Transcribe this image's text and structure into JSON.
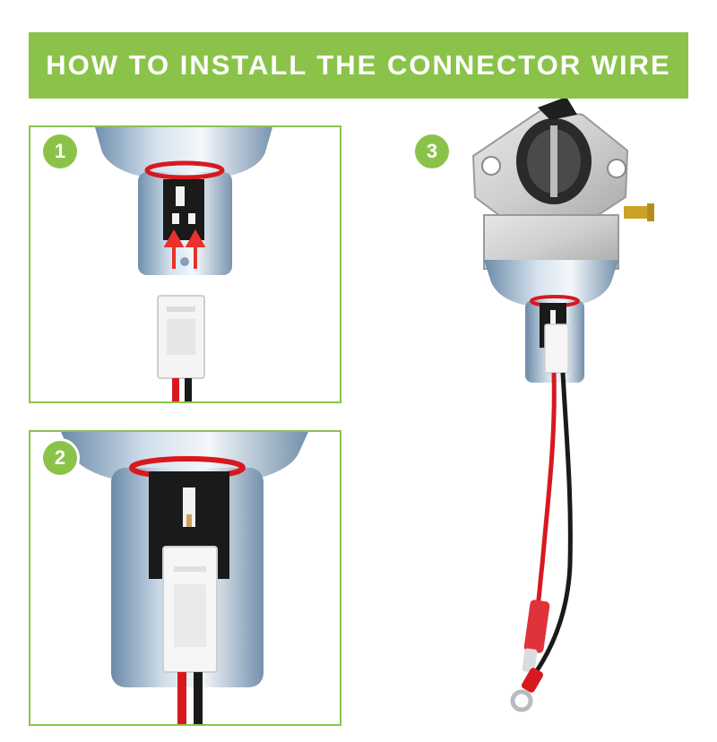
{
  "banner": {
    "title": "HOW TO INSTALL THE CONNECTOR WIRE"
  },
  "steps": [
    {
      "number": "1"
    },
    {
      "number": "2"
    },
    {
      "number": "3"
    }
  ],
  "colors": {
    "accent": "#8bc34a",
    "arrow": "#e8322b",
    "wire_red": "#d7191f",
    "wire_black": "#1a1a1a"
  },
  "icons": {
    "step1": "solenoid-connector-approach-photo",
    "step2": "solenoid-connector-inserted-photo",
    "step3": "carburetor-assembly-photo"
  }
}
